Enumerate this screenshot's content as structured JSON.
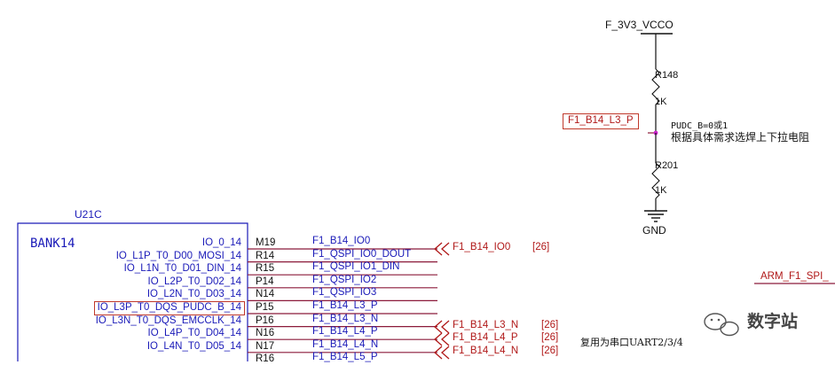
{
  "power": {
    "net": "F_3V3_VCCO",
    "gnd": "GND"
  },
  "resistors": [
    {
      "ref": "R148",
      "value": "1K"
    },
    {
      "ref": "R201",
      "value": "1K"
    }
  ],
  "pudc_net": "F1_B14_L3_P",
  "note": {
    "line1": "PUDC_B=0或1",
    "line2": "根据具体需求选焊上下拉电阻"
  },
  "chip": {
    "ref": "U21C",
    "bank": "BANK14"
  },
  "pins": [
    {
      "name": "IO_0_14",
      "number": "M19",
      "net": "F1_B14_IO0"
    },
    {
      "name": "IO_L1P_T0_D00_MOSI_14",
      "number": "R14",
      "net": "F1_QSPI_IO0_DOUT"
    },
    {
      "name": "IO_L1N_T0_D01_DIN_14",
      "number": "R15",
      "net": "F1_QSPI_IO1_DIN"
    },
    {
      "name": "IO_L2P_T0_D02_14",
      "number": "P14",
      "net": "F1_QSPI_IO2"
    },
    {
      "name": "IO_L2N_T0_D03_14",
      "number": "N14",
      "net": "F1_QSPI_IO3"
    },
    {
      "name": "IO_L3P_T0_DQS_PUDC_B_14",
      "number": "P15",
      "net": "F1_B14_L3_P"
    },
    {
      "name": "IO_L3N_T0_DQS_EMCCLK_14",
      "number": "P16",
      "net": "F1_B14_L3_N"
    },
    {
      "name": "IO_L4P_T0_D04_14",
      "number": "N16",
      "net": "F1_B14_L4_P"
    },
    {
      "name": "IO_L4N_T0_D05_14",
      "number": "N17",
      "net": "F1_B14_L4_N"
    },
    {
      "name": "",
      "number": "R16",
      "net": "F1_B14_L5_P"
    }
  ],
  "offpage": [
    {
      "label": "F1_B14_IO0",
      "sheet": "[26]"
    },
    {
      "label": "F1_B14_L3_N",
      "sheet": "[26]"
    },
    {
      "label": "F1_B14_L4_P",
      "sheet": "[26]"
    },
    {
      "label": "F1_B14_L4_N",
      "sheet": "[26]"
    }
  ],
  "arm_net": "ARM_F1_SPI_",
  "uart_note": "复用为串口UART2/3/4",
  "watermark": "数字站",
  "colors": {
    "wire": "#8b1a3a",
    "text_blue": "#1a1ab8",
    "box": "#1a1ab8",
    "highlight": "#c0392b",
    "junction": "#cc22cc"
  }
}
